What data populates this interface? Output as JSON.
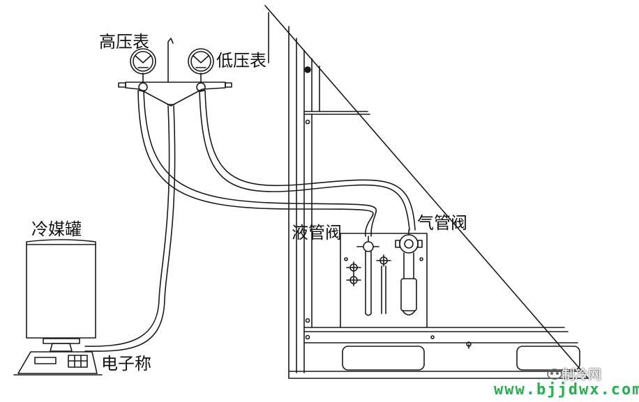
{
  "labels": {
    "high_pressure_gauge": "高压表",
    "low_pressure_gauge": "低压表",
    "refrigerant_tank": "冷媒罐",
    "liquid_valve": "液管阀",
    "gas_valve": "气管阀",
    "electronic_scale": "电子称"
  },
  "watermark": {
    "brand": "制冷网",
    "url": "www.bjjdwx.com"
  },
  "colors": {
    "line": "#1a1a1a",
    "background": "#ffffff",
    "watermark_url": "#22b14c"
  }
}
